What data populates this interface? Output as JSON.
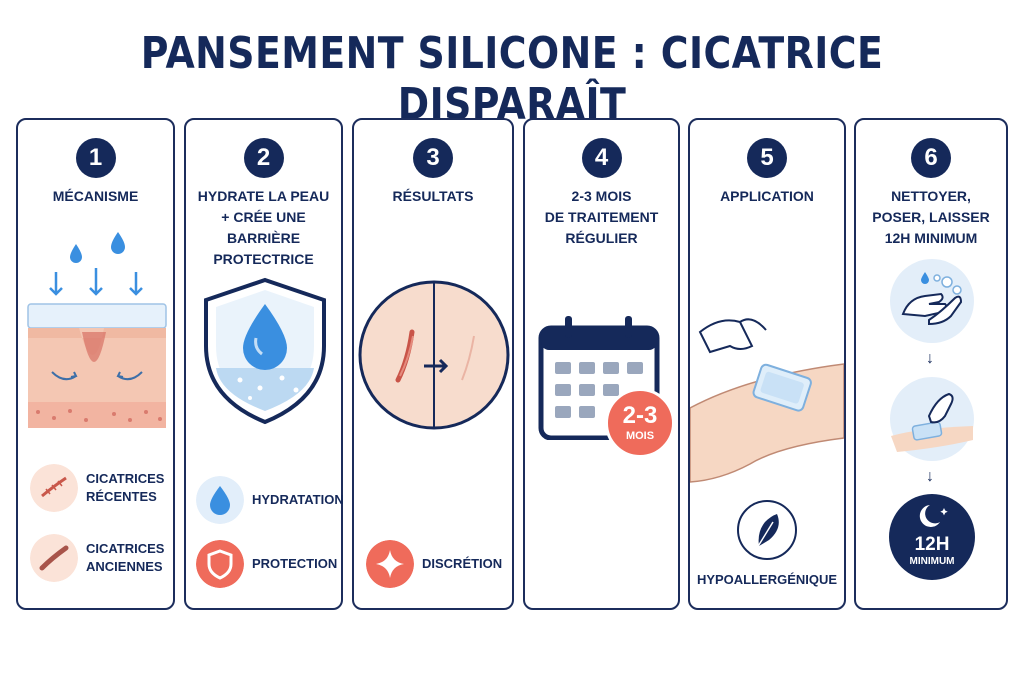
{
  "title": "PANSEMENT SILICONE : CICATRICE DISPARAÎT",
  "colors": {
    "navy": "#15295a",
    "coral": "#ef6b5b",
    "skin": "#f6dccb",
    "blue": "#3a8fe0"
  },
  "cards": [
    {
      "number": "1",
      "caption": "MÉCANISME",
      "features": [
        {
          "icon": "recent-scar-icon",
          "label": "CICATRICES\nRÉCENTES"
        },
        {
          "icon": "old-scar-icon",
          "label": "CICATRICES\nANCIENNES"
        }
      ]
    },
    {
      "number": "2",
      "caption": "HYDRATE LA PEAU\n+ CRÉE UNE\nBARRIÈRE\nPROTECTRICE",
      "features": [
        {
          "icon": "water-drop-icon",
          "label": "HYDRATATION"
        },
        {
          "icon": "shield-icon",
          "label": "PROTECTION"
        }
      ]
    },
    {
      "number": "3",
      "caption": "RÉSULTATS",
      "features": [
        {
          "icon": "sparkle-icon",
          "label": "DISCRÉTION"
        }
      ]
    },
    {
      "number": "4",
      "caption": "2-3 MOIS\nDE TRAITEMENT\nRÉGULIER",
      "badge": {
        "value": "2-3",
        "unit": "MOIS"
      }
    },
    {
      "number": "5",
      "caption": "APPLICATION",
      "features": [
        {
          "icon": "feather-icon",
          "label": "HYPOALLERGÉNIQUE"
        }
      ]
    },
    {
      "number": "6",
      "caption": "NETTOYER,\nPOSER, LAISSER\n12H MINIMUM",
      "badge": {
        "value": "12H",
        "unit": "MINIMUM"
      }
    }
  ]
}
